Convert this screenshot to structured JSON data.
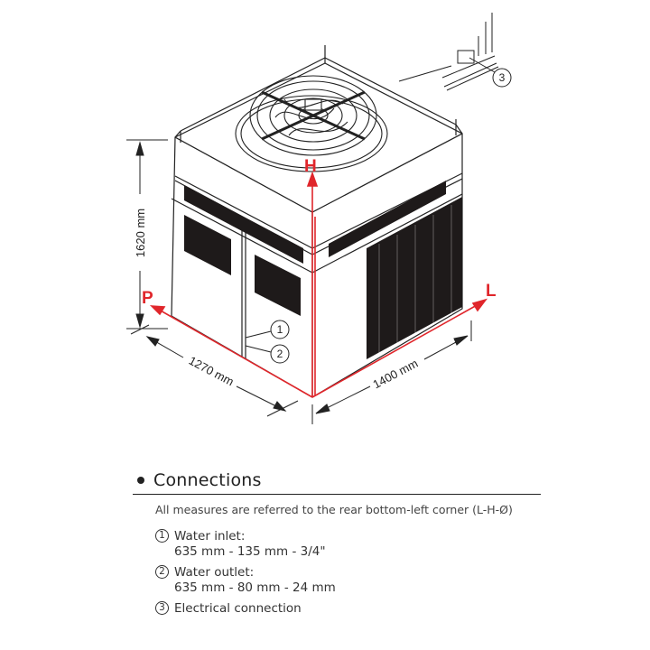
{
  "diagram": {
    "dimensions": {
      "height": "1620 mm",
      "depth": "1270 mm",
      "length": "1400 mm"
    },
    "axes": {
      "h": "H",
      "p": "P",
      "l": "L"
    },
    "callouts": [
      "1",
      "2",
      "3"
    ],
    "colors": {
      "axis_red": "#e0262b",
      "line": "#222222",
      "grille": "#1e1a1a"
    }
  },
  "connections": {
    "title": "Connections",
    "note": "All measures are referred to the rear bottom-left corner (L-H-Ø)",
    "items": [
      {
        "num": "1",
        "label": "Water inlet:",
        "value": "635 mm - 135 mm - 3/4\""
      },
      {
        "num": "2",
        "label": "Water outlet:",
        "value": "635 mm - 80 mm - 24 mm"
      },
      {
        "num": "3",
        "label": "Electrical connection",
        "value": ""
      }
    ]
  }
}
